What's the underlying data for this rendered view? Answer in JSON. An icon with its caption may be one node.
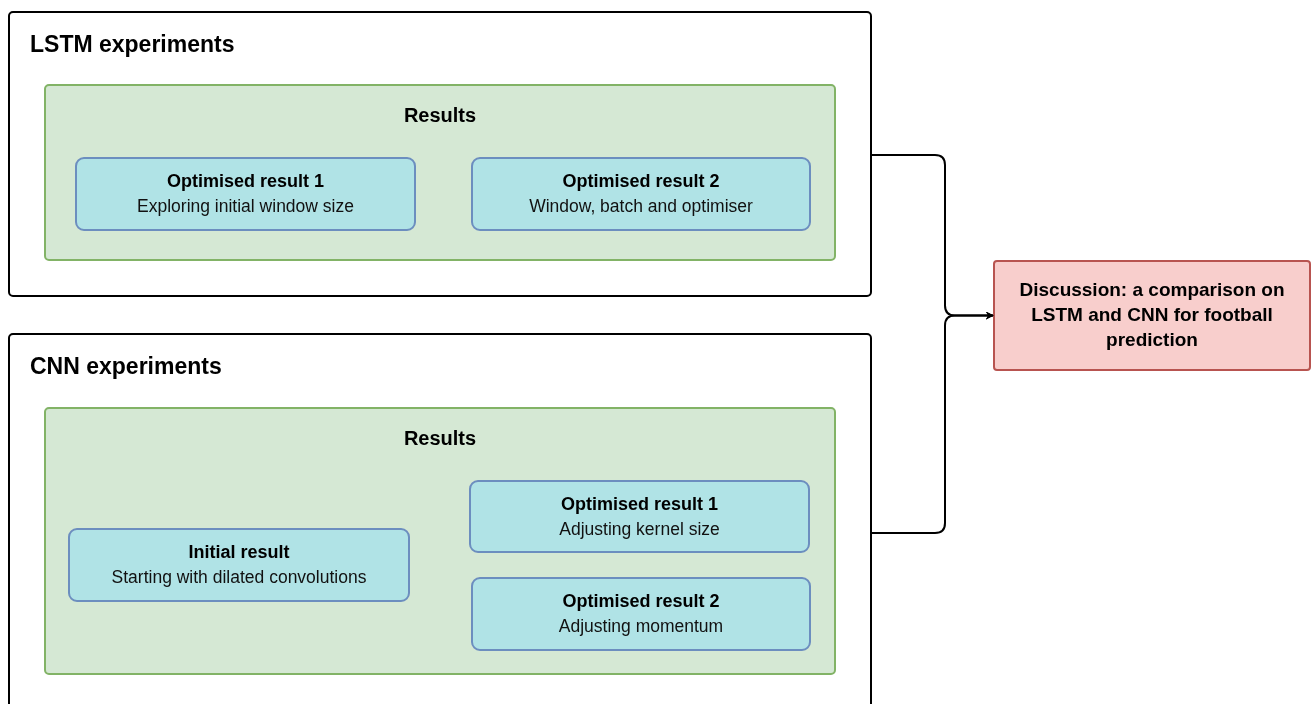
{
  "diagram": {
    "nodes": [
      {
        "text": [
          "LSTM experiments"
        ]
      },
      {
        "text": [
          "Results"
        ],
        "in": 0
      },
      {
        "text": [
          "Optimised result 1",
          "Exploring initial window size"
        ],
        "in": 1
      },
      {
        "text": [
          "Optimised result 2",
          "Window, batch and optimiser"
        ],
        "in": 1
      },
      {
        "text": [
          "CNN experiments"
        ]
      },
      {
        "text": [
          "Results"
        ],
        "in": 4
      },
      {
        "text": [
          "Initial result",
          "Starting with dilated convolutions"
        ],
        "in": 5
      },
      {
        "text": [
          "Optimised result 1",
          "Adjusting kernel size"
        ],
        "in": 5
      },
      {
        "text": [
          "Optimised result 2",
          "Adjusting momentum"
        ],
        "in": 5
      },
      {
        "text": [
          "Discussion: a comparison on LSTM and CNN for football prediction"
        ]
      }
    ],
    "edges": [
      {
        "from": 0,
        "to": 9,
        "arrow": "to"
      },
      {
        "from": 4,
        "to": 9,
        "arrow": "to"
      }
    ]
  }
}
